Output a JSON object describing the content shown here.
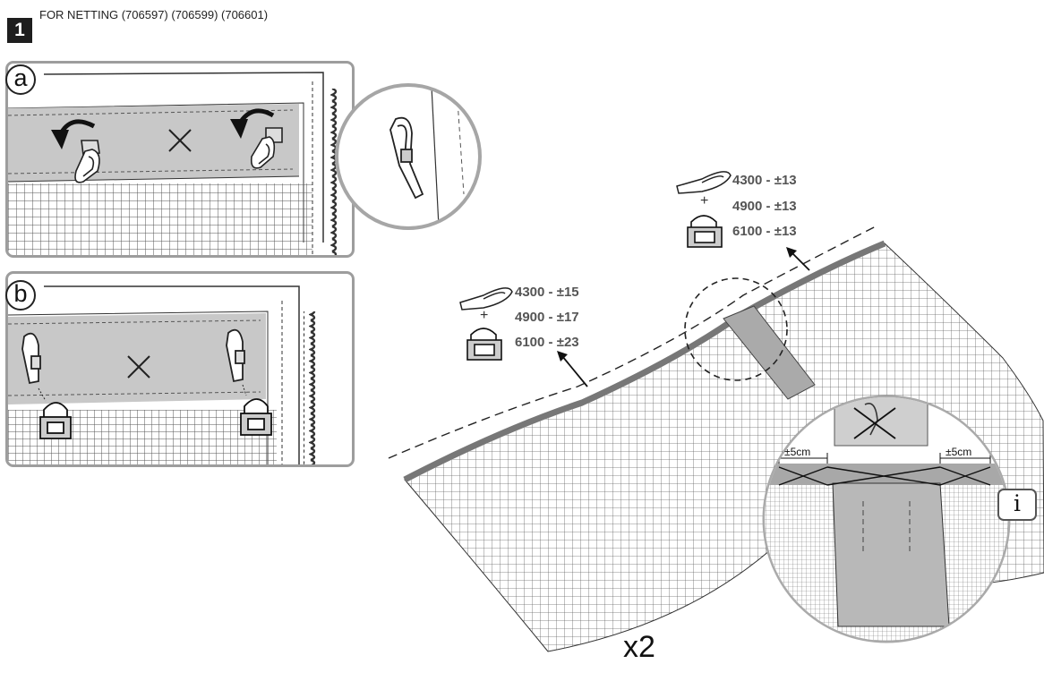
{
  "step": {
    "number": "1",
    "title": "FOR NETTING (706597) (706599) (706601)"
  },
  "panels": [
    {
      "label": "a"
    },
    {
      "label": "b"
    }
  ],
  "spec_groups": [
    {
      "parts": [
        "clip-hook-icon",
        "plus-sign",
        "pole-clamp-icon"
      ],
      "plus": "+",
      "rows": [
        {
          "size": "4300",
          "dash": " - ",
          "count": "±15"
        },
        {
          "size": "4900",
          "dash": " - ",
          "count": "±17"
        },
        {
          "size": "6100",
          "dash": " - ",
          "count": "±23"
        }
      ]
    },
    {
      "parts": [
        "clip-hook-icon",
        "plus-sign",
        "pole-clamp-icon"
      ],
      "plus": "+",
      "rows": [
        {
          "size": "4300",
          "dash": " - ",
          "count": "±13"
        },
        {
          "size": "4900",
          "dash": " - ",
          "count": "±13"
        },
        {
          "size": "6100",
          "dash": " - ",
          "count": "±13"
        }
      ]
    }
  ],
  "detail": {
    "spacing_left": "±5cm",
    "spacing_right": "±5cm",
    "info_icon": "i"
  },
  "multiplier": "x2",
  "colors": {
    "panel_border": "#9d9d9d",
    "band_gray": "#c8c8c8",
    "mesh_line": "#555555",
    "badge": "#1e1e1e"
  }
}
